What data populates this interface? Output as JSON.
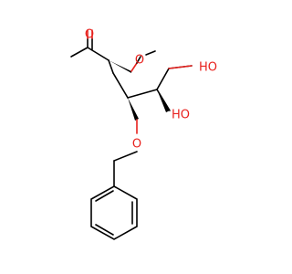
{
  "molecule": {
    "atom_color_oxygen": "#e8211d",
    "bond_color": "#000000",
    "labels": {
      "aldehyde_o": "O",
      "methoxy_o": "O",
      "primary_oh": "HO",
      "secondary_oh": "HO",
      "benzyloxy_o": "O"
    }
  }
}
